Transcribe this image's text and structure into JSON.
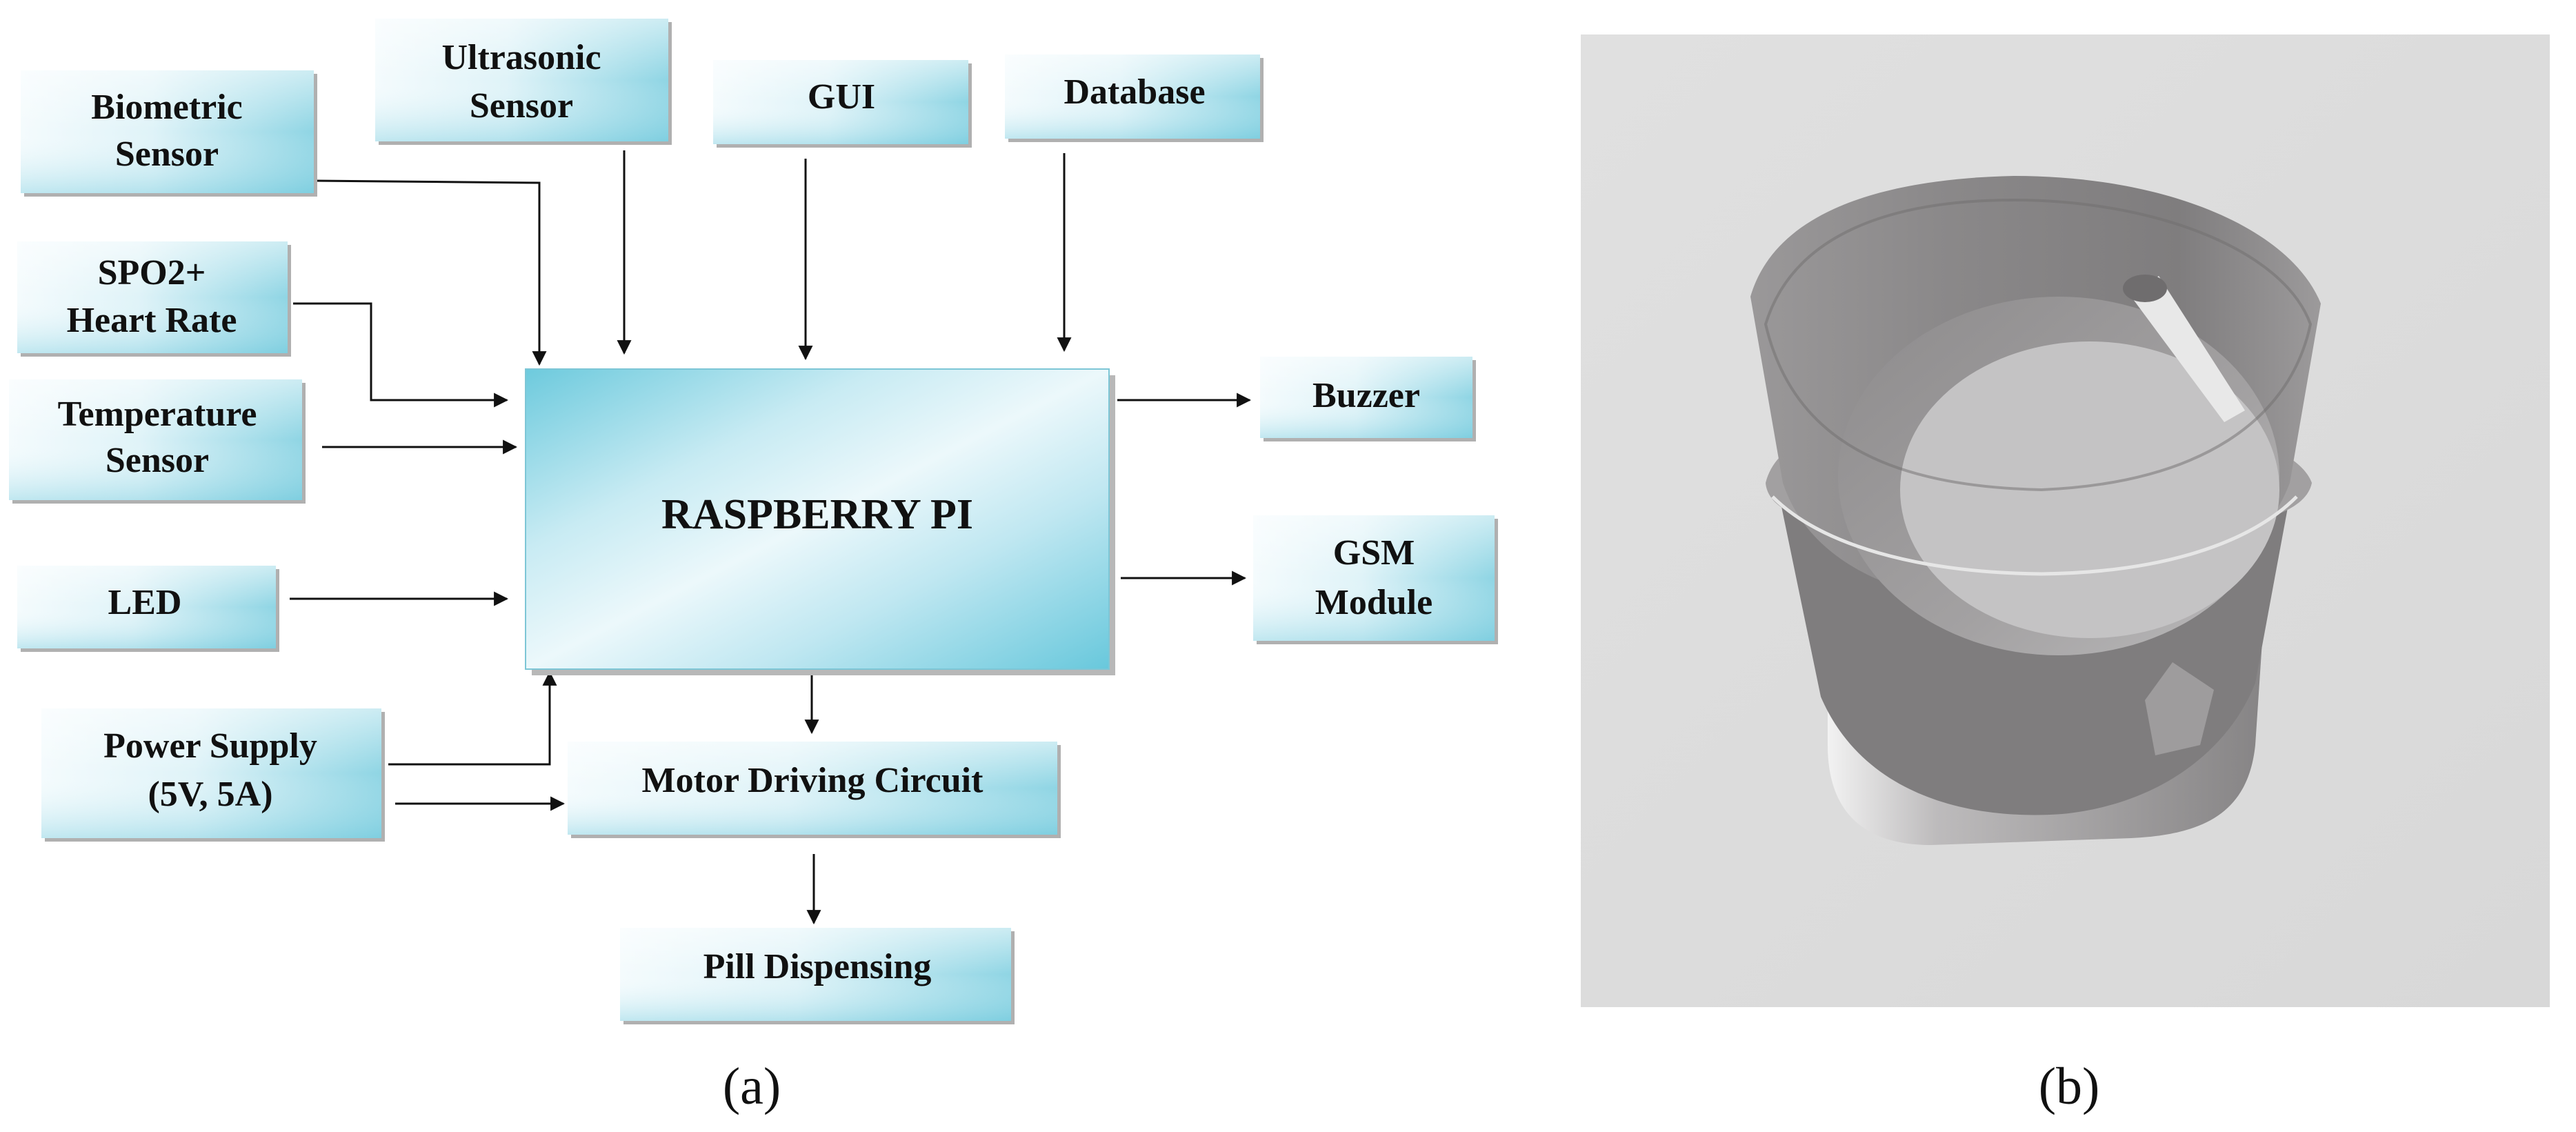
{
  "panel_a": {
    "caption": "(a)",
    "central_block": "RASPBERRY PI",
    "inputs": {
      "biometric": [
        "Biometric",
        "Sensor"
      ],
      "ultrasonic": [
        "Ultrasonic",
        "Sensor"
      ],
      "gui": [
        "GUI"
      ],
      "database": [
        "Database"
      ],
      "spo2": [
        "SPO2+",
        "Heart Rate"
      ],
      "temperature": [
        "Temperature",
        "Sensor"
      ],
      "led": [
        "LED"
      ],
      "power": [
        "Power Supply",
        "(5V, 5A)"
      ]
    },
    "outputs": {
      "buzzer": [
        "Buzzer"
      ],
      "gsm": [
        "GSM",
        "Module"
      ],
      "motor": [
        "Motor Driving Circuit"
      ],
      "pill": [
        "Pill Dispensing"
      ]
    },
    "colors": {
      "box_light": "#eef9fc",
      "box_dark": "#7ccfe0",
      "arrow": "#111111"
    }
  },
  "panel_b": {
    "caption": "(b)",
    "background_color": "#dcdcdc",
    "object_color": "#8c8a8b"
  }
}
